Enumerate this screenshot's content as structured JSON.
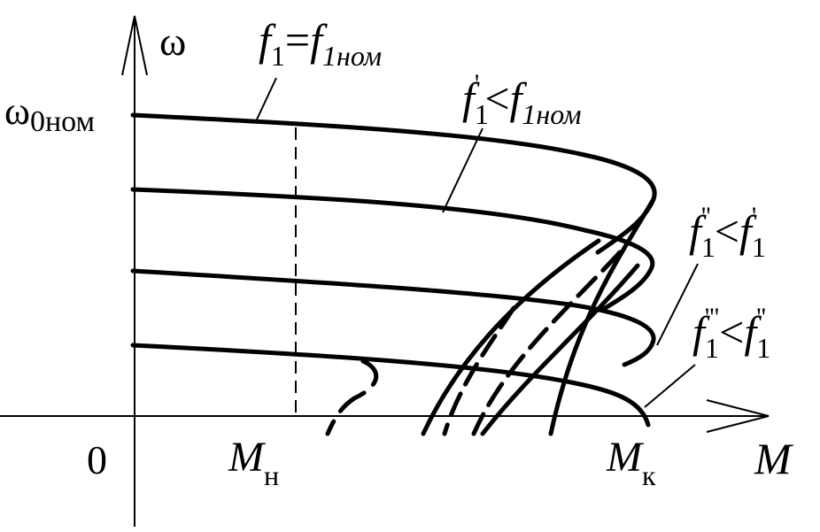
{
  "axes": {
    "y_label": "ω",
    "x_label": "M",
    "origin_label": "0",
    "omega0_main": "ω",
    "omega0_sub": "0ном",
    "mn_main": "M",
    "mn_sub": "н",
    "mk_main": "M",
    "mk_sub": "к"
  },
  "curve_labels": [
    {
      "f": "f",
      "sub": "1",
      "prime": "",
      "op": "=",
      "rhs": "f",
      "rhs_sub": "1ном",
      "rhs_prime": ""
    },
    {
      "f": "f",
      "sub": "1",
      "prime": "'",
      "op": "<",
      "rhs": "f",
      "rhs_sub": "1ном",
      "rhs_prime": ""
    },
    {
      "f": "f",
      "sub": "1",
      "prime": "''",
      "op": "<",
      "rhs": "f",
      "rhs_sub": "1",
      "rhs_prime": "'"
    },
    {
      "f": "f",
      "sub": "1",
      "prime": "'''",
      "op": "<",
      "rhs": "f",
      "rhs_sub": "1",
      "rhs_prime": "''"
    }
  ],
  "colors": {
    "ink": "#000000",
    "background": "#ffffff"
  }
}
